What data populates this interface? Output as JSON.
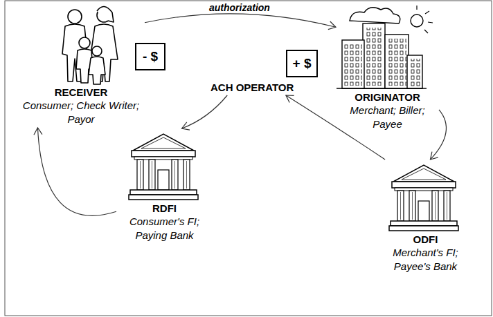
{
  "diagram": {
    "nodes": [
      {
        "text": [
          "RECEIVER",
          "Consumer; Check Writer; Payor"
        ]
      },
      {
        "text": [
          "- $"
        ]
      },
      {
        "text": [
          "+ $"
        ]
      },
      {
        "text": [
          "ORIGINATOR",
          "Merchant; Biller; Payee"
        ]
      },
      {
        "text": [
          "ACH OPERATOR"
        ]
      },
      {
        "text": [
          "RDFI",
          "Consumer's FI; Paying Bank"
        ]
      },
      {
        "text": [
          "ODFI",
          "Merchant's FI; Payee's Bank"
        ]
      }
    ],
    "edges": [
      {
        "from": 0,
        "to": 3,
        "label": "authorization",
        "arrow": "to"
      },
      {
        "from": 3,
        "to": 6,
        "arrow": "to"
      },
      {
        "from": 6,
        "to": 4,
        "arrow": "to"
      },
      {
        "from": 4,
        "to": 5,
        "arrow": "to"
      },
      {
        "from": 5,
        "to": 0,
        "arrow": "to"
      }
    ]
  }
}
